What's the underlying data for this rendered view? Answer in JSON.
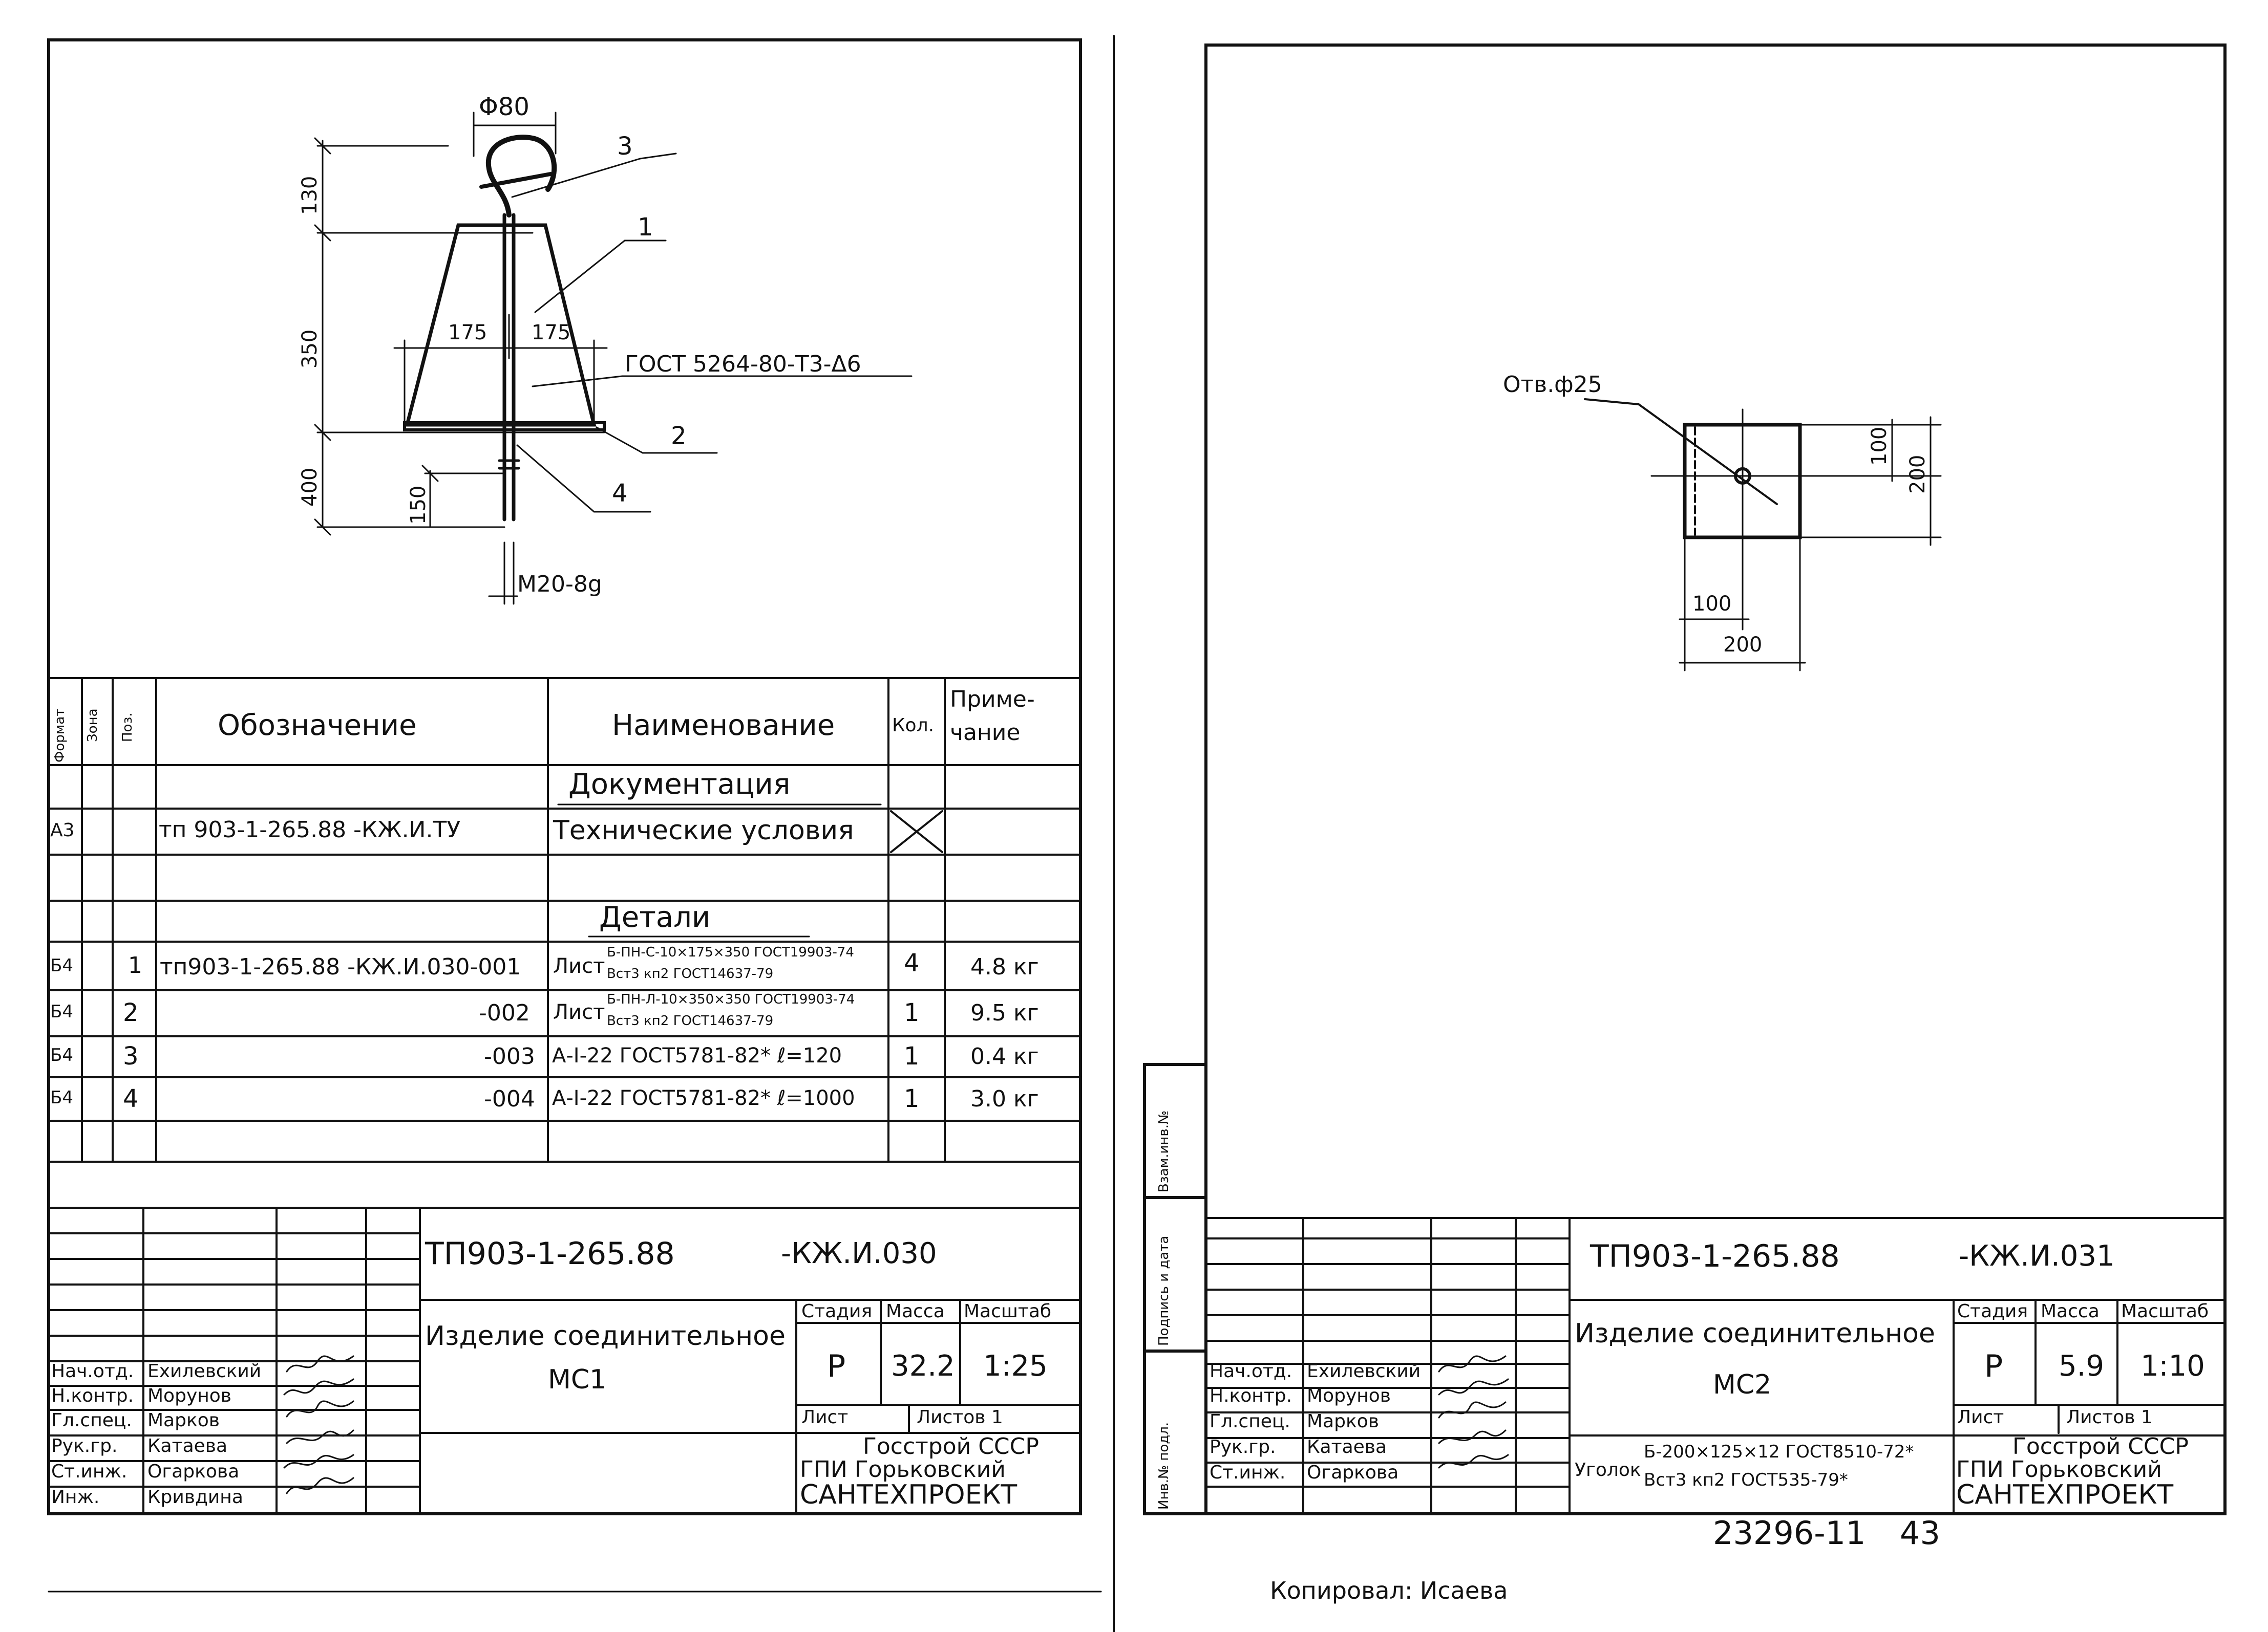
{
  "sheet1": {
    "detail_labels": {
      "diameter": "Φ80",
      "pos_1": "1",
      "pos_2": "2",
      "pos_3": "3",
      "pos_4": "4",
      "dim_130": "130",
      "dim_350": "350",
      "dim_400": "400",
      "dim_150": "150",
      "dim_175_left": "175",
      "dim_175_right": "175",
      "weld_note": "ГОСТ 5264-80-Т3-Δ6",
      "thread": "M20-8g"
    },
    "spec_table": {
      "headers": {
        "format": "Формат",
        "zone": "Зона",
        "pos": "Поз.",
        "designation": "Обозначение",
        "name": "Наименование",
        "qty": "Кол.",
        "note_1": "Приме-",
        "note_2": "чание"
      },
      "section_docs": "Документация",
      "doc_row": {
        "format": "А3",
        "designation": "тп 903-1-265.88 -КЖ.И.ТУ",
        "name": "Технические условия"
      },
      "section_details": "Детали",
      "rows": [
        {
          "format": "Б4",
          "pos": "1",
          "designation": "тп903-1-265.88 -КЖ.И.030-001",
          "name_main": "Лист",
          "name_top": "Б-ПН-С-10×175×350 ГОСТ19903-74",
          "name_bottom": "Вст3 кп2 ГОСТ14637-79",
          "qty": "4",
          "note": "4.8 кг"
        },
        {
          "format": "Б4",
          "pos": "2",
          "designation": "-002",
          "name_main": "Лист",
          "name_top": "Б-ПН-Л-10×350×350 ГОСТ19903-74",
          "name_bottom": "Вст3 кп2 ГОСТ14637-79",
          "qty": "1",
          "note": "9.5 кг"
        },
        {
          "format": "Б4",
          "pos": "3",
          "designation": "-003",
          "name_main": "А-I-22 ГОСТ5781-82* ℓ=120",
          "name_top": "",
          "name_bottom": "",
          "qty": "1",
          "note": "0.4 кг"
        },
        {
          "format": "Б4",
          "pos": "4",
          "designation": "-004",
          "name_main": "А-I-22 ГОСТ5781-82* ℓ=1000",
          "name_top": "",
          "name_bottom": "",
          "qty": "1",
          "note": "3.0 кг"
        }
      ]
    },
    "title_block": {
      "code": "ТП903-1-265.88",
      "code_suffix": "-КЖ.И.030",
      "title_line1": "Изделие соединительное",
      "title_line2": "МС1",
      "stage_label": "Стадия",
      "mass_label": "Масса",
      "scale_label": "Масштаб",
      "stage": "Р",
      "mass": "32.2",
      "scale": "1:25",
      "sheet_label": "Лист",
      "sheets_label": "Листов 1",
      "org_line1": "Госстрой СССР",
      "org_line2": "ГПИ Горьковский",
      "org_line3": "САНТЕХПРОЕКТ",
      "people": [
        {
          "role": "Нач.отд.",
          "name": "Ехилевский"
        },
        {
          "role": "Н.контр.",
          "name": "Морунов"
        },
        {
          "role": "Гл.спец.",
          "name": "Марков"
        },
        {
          "role": "Рук.гр.",
          "name": "Катаева"
        },
        {
          "role": "Ст.инж.",
          "name": "Огаркова"
        },
        {
          "role": "Инж.",
          "name": "Кривдина"
        }
      ]
    }
  },
  "sheet2": {
    "detail_labels": {
      "hole": "Отв.ф25",
      "dim_100_v": "100",
      "dim_200_v": "200",
      "dim_100_h": "100",
      "dim_200_h": "200"
    },
    "side_stamp": {
      "ref": "Взам.инв.№",
      "sign_date": "Подпись и дата",
      "inv_orig": "Инв.№ подл."
    },
    "title_block": {
      "code": "ТП903-1-265.88",
      "code_suffix": "-КЖ.И.031",
      "title_line1": "Изделие соединительное",
      "title_line2": "МС2",
      "material_label": "Уголок",
      "material_top": "Б-200×125×12 ГОСТ8510-72*",
      "material_bottom": "Вст3 кп2 ГОСТ535-79*",
      "stage_label": "Стадия",
      "mass_label": "Масса",
      "scale_label": "Масштаб",
      "stage": "Р",
      "mass": "5.9",
      "scale": "1:10",
      "sheet_label": "Лист",
      "sheets_label": "Листов 1",
      "org_line1": "Госстрой СССР",
      "org_line2": "ГПИ Горьковский",
      "org_line3": "САНТЕХПРОЕКТ",
      "people": [
        {
          "role": "Нач.отд.",
          "name": "Ехилевский"
        },
        {
          "role": "Н.контр.",
          "name": "Морунов"
        },
        {
          "role": "Гл.спец.",
          "name": "Марков"
        },
        {
          "role": "Рук.гр.",
          "name": "Катаева"
        },
        {
          "role": "Ст.инж.",
          "name": "Огаркова"
        }
      ]
    }
  },
  "footer": {
    "album_number": "23296-11",
    "page_number": "43",
    "copied_by": "Копировал: Исаева"
  }
}
